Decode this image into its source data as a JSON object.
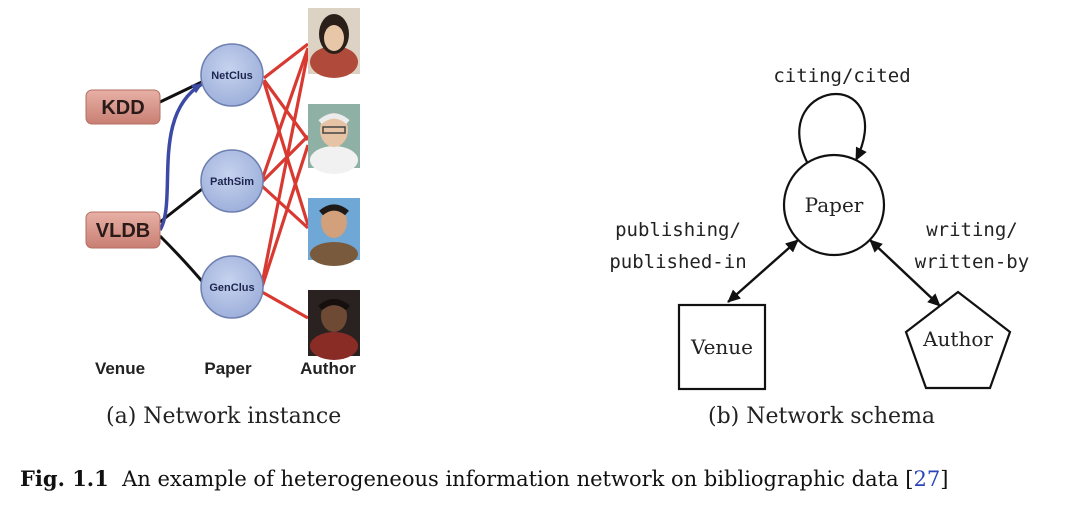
{
  "instance": {
    "venues": [
      "KDD",
      "VLDB"
    ],
    "papers": [
      "NetClus",
      "PathSim",
      "GenClus"
    ],
    "authors": [
      "author-1",
      "author-2",
      "author-3",
      "author-4"
    ],
    "column_labels": {
      "venue": "Venue",
      "paper": "Paper",
      "author": "Author"
    },
    "caption": "(a)  Network instance"
  },
  "schema": {
    "self_loop_label": "citing/cited",
    "paper_node": "Paper",
    "venue_node": "Venue",
    "author_node": "Author",
    "left_label_line1": "publishing/",
    "left_label_line2": "published-in",
    "right_label_line1": "writing/",
    "right_label_line2": "written-by",
    "caption": "(b)  Network schema"
  },
  "figure_caption": {
    "label": "Fig. 1.1",
    "text": "An example of heterogeneous information network on bibliographic data",
    "ref_open": "[",
    "ref": "27",
    "ref_close": "]"
  },
  "colors": {
    "venue_fill": "#d9958a",
    "paper_fill": "#a8b8de",
    "paper_stroke": "#6d7fb0",
    "author_edge": "#d83a32",
    "publish_edge": "#3c4aa6",
    "ref_link": "#2b44b8"
  }
}
